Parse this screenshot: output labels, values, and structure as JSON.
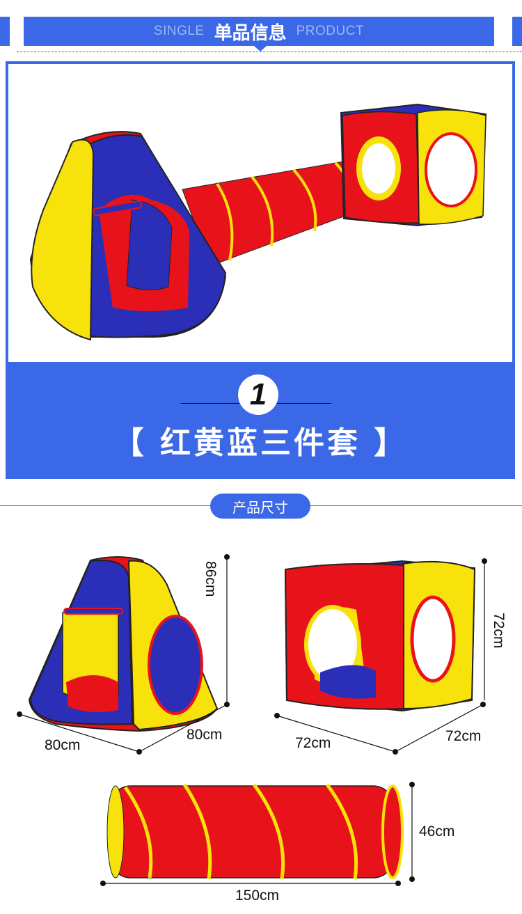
{
  "header": {
    "left_en": "SINGLE",
    "title_cn": "单品信息",
    "right_en": "PRODUCT"
  },
  "product": {
    "number": "1",
    "set_name": "【 红黄蓝三件套 】"
  },
  "size_section": {
    "label": "产品尺寸",
    "tent": {
      "height": "86cm",
      "width": "80cm",
      "depth": "80cm"
    },
    "cube": {
      "height": "72cm",
      "width": "72cm",
      "depth": "72cm"
    },
    "tunnel": {
      "diameter": "46cm",
      "length": "150cm"
    }
  },
  "colors": {
    "accent": "#3a68e6",
    "red": "#e8131a",
    "yellow": "#f7e20b",
    "blue": "#2b2fb8"
  }
}
